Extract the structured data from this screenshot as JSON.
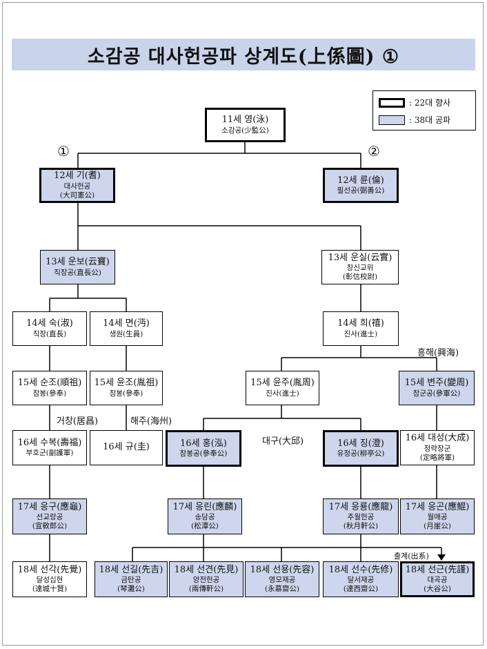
{
  "title": "소감공 대사헌공파 상계도(上係圖) ①",
  "legend": [
    {
      "marker": "■",
      "text": ": 22대 향사"
    },
    {
      "marker": "■",
      "text": ": 38대 공파"
    }
  ],
  "branch_markers": {
    "left": "①",
    "right": "②"
  },
  "nodes": [
    {
      "id": "n11",
      "l1": "11세 영(泳)",
      "l2": "소감공(少監公)"
    },
    {
      "id": "n12a",
      "l1": "12세 기(耆)",
      "l2": "대사헌공",
      "l3": "(大司憲公)"
    },
    {
      "id": "n12b",
      "l1": "12세 륜(倫)",
      "l2": "필선공(弼善公)"
    },
    {
      "id": "n13a",
      "l1": "13세 운보(云寶)",
      "l2": "직장공(直長公)"
    },
    {
      "id": "n13b",
      "l1": "13세 운실(云實)",
      "l2": "창신교위",
      "l3": "(彰信校尉)"
    },
    {
      "id": "n14a",
      "l1": "14세 숙(淑)",
      "l2": "직장(直長)"
    },
    {
      "id": "n14b",
      "l1": "14세 면(沔)",
      "l2": "생원(生員)"
    },
    {
      "id": "n14c",
      "l1": "14세 희(禧)",
      "l2": "진사(進士)"
    },
    {
      "id": "n15a",
      "l1": "15세 순조(順祖)",
      "l2": "참봉(參奉)"
    },
    {
      "id": "n15b",
      "l1": "15세 윤조(胤祖)",
      "l2": "참봉(參奉)"
    },
    {
      "id": "n15c",
      "l1": "15세 윤주(胤周)",
      "l2": "진사(進士)"
    },
    {
      "id": "n15d",
      "l1": "15세 변주(變周)",
      "l2": "참군공(參軍公)"
    },
    {
      "id": "n16a",
      "l1": "16세 수복(壽福)",
      "l2": "부호군(副護軍)"
    },
    {
      "id": "n16b",
      "l1": "16세 규(圭)"
    },
    {
      "id": "n16c",
      "l1": "16세 홍(泓)",
      "l2": "참봉공(參奉公)"
    },
    {
      "id": "n16d",
      "l1": "16세 징(澄)",
      "l2": "유정공(柳亭公)"
    },
    {
      "id": "n16e",
      "l1": "16세 대성(大成)",
      "l2": "정략장군",
      "l3": "(定略將軍)"
    },
    {
      "id": "n17a",
      "l1": "17세 응구(應龜)",
      "l2": "선교랑공",
      "l3": "(宣敎郎公)"
    },
    {
      "id": "n17b",
      "l1": "17세 응린(應麟)",
      "l2": "송담공",
      "l3": "(松潭公)"
    },
    {
      "id": "n17c",
      "l1": "17세 응룡(應龍)",
      "l2": "추월헌공",
      "l3": "(秋月軒公)"
    },
    {
      "id": "n17d",
      "l1": "17세 응곤(應鯤)",
      "l2": "월애공",
      "l3": "(月崖公)"
    },
    {
      "id": "n18a",
      "l1": "18세 선각(先覺)",
      "l2": "달성십현",
      "l3": "(達城十賢)"
    },
    {
      "id": "n18b",
      "l1": "18세 선길(先吉)",
      "l2": "금탄공",
      "l3": "(琴灘公)"
    },
    {
      "id": "n18c",
      "l1": "18세 선견(先見)",
      "l2": "양전헌공",
      "l3": "(兩傳軒公)"
    },
    {
      "id": "n18d",
      "l1": "18세 선용(先容)",
      "l2": "영모재공",
      "l3": "(永慕齋公)"
    },
    {
      "id": "n18e",
      "l1": "18세 선수(先修)",
      "l2": "달서재공",
      "l3": "(達西齋公)"
    },
    {
      "id": "n18f",
      "l1": "18세 선근(先謹)",
      "l2": "대곡공",
      "l3": "(大谷公)"
    }
  ],
  "labels": {
    "heunghae": "흥해(興海)",
    "geochang": "거창(居昌)",
    "haeju": "해주(海州)",
    "daegu": "대구(大邱)",
    "chulgye": "출계(出系)"
  }
}
